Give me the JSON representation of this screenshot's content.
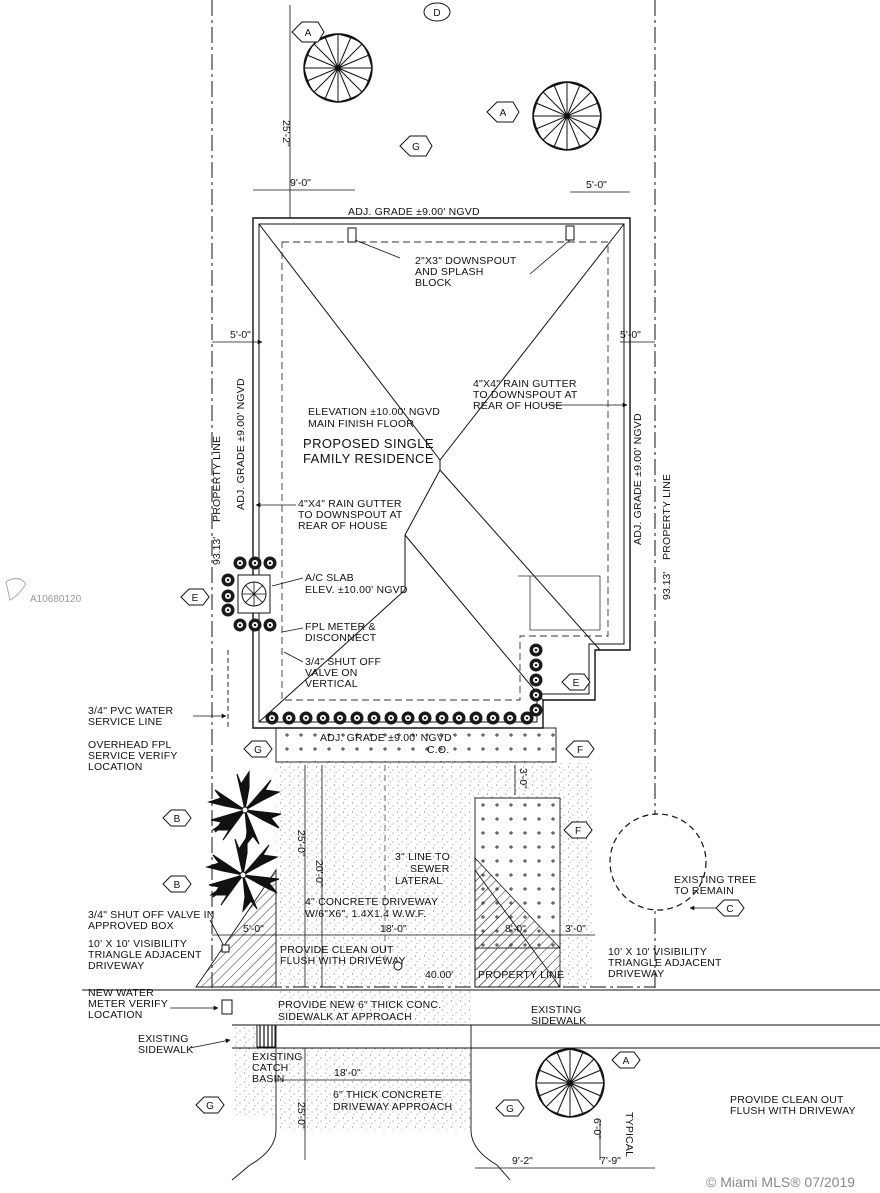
{
  "labels": {
    "top_tag": "D",
    "adj_grade_top": "ADJ. GRADE ±9.00' NGVD",
    "adj_grade_left": "ADJ. GRADE ±9.00' NGVD",
    "adj_grade_right": "ADJ. GRADE ±9.00' NGVD",
    "adj_grade_front": "ADJ. GRADE ±9.00' NGVD",
    "cd": "C.O.",
    "downspout": [
      "2\"X3\" DOWNSPOUT",
      "AND SPLASH",
      "BLOCK"
    ],
    "gutter_right": [
      "4\"X4\" RAIN GUTTER",
      "TO DOWNSPOUT AT",
      "REAR OF HOUSE"
    ],
    "gutter_left": [
      "4\"X4\" RAIN GUTTER",
      "TO DOWNSPOUT AT",
      "REAR OF HOUSE"
    ],
    "elevation": [
      "ELEVATION ±10.00' NGVD",
      "MAIN FINISH FLOOR"
    ],
    "residence": [
      "PROPOSED SINGLE",
      "FAMILY RESIDENCE"
    ],
    "ac_slab": [
      "A/C SLAB",
      "ELEV. ±10.00' NGVD"
    ],
    "fpl_meter": [
      "FPL METER &",
      "DISCONNECT"
    ],
    "shutoff_vertical": [
      "3/4\" SHUT OFF",
      "VALVE ON",
      "VERTICAL"
    ],
    "pvc_line": [
      "3/4\" PVC WATER",
      "SERVICE LINE"
    ],
    "overhead_fpl": [
      "OVERHEAD FPL",
      "SERVICE VERIFY",
      "LOCATION"
    ],
    "sewer": [
      "3\" LINE TO",
      "SEWER",
      "LATERAL"
    ],
    "driveway": [
      "4\" CONCRETE DRIVEWAY",
      "W/6\"X6\", 1.4X1.4 W.W.F."
    ],
    "shutoff_box": [
      "3/4\" SHUT OFF VALVE IN",
      "APPROVED BOX"
    ],
    "vis_left": [
      "10' X 10' VISIBILITY",
      "TRIANGLE ADJACENT",
      "DRIVEWAY"
    ],
    "vis_right": [
      "10' X 10' VISIBILITY",
      "TRIANGLE ADJACENT",
      "DRIVEWAY"
    ],
    "cleanout_flush": [
      "PROVIDE CLEAN OUT",
      "FLUSH WITH DRIVEWAY"
    ],
    "property_line_front": "PROPERTY LINE",
    "property_line_left": "PROPERTY LINE",
    "property_line_right": "PROPERTY LINE",
    "new_meter": [
      "NEW WATER",
      "METER VERIFY",
      "LOCATION"
    ],
    "new_sidewalk": [
      "PROVIDE NEW 6\" THICK CONC.",
      "SIDEWALK AT APPROACH"
    ],
    "existing_sidewalk_left": [
      "EXISTING",
      "SIDEWALK"
    ],
    "existing_sidewalk_right": [
      "EXISTING",
      "SIDEWALK"
    ],
    "catch_basin": [
      "EXISTING",
      "CATCH",
      "BASIN"
    ],
    "approach": [
      "6\" THICK CONCRETE",
      "DRIVEWAY APPROACH"
    ],
    "existing_tree": [
      "EXISTING TREE",
      "TO REMAIN"
    ],
    "cleanout_right": [
      "PROVIDE CLEAN OUT",
      "FLUSH WITH DRIVEWAY"
    ],
    "typical": "TYPICAL"
  },
  "dimensions": {
    "rear_setback": "25'-2\"",
    "rear_left": "9'-0\"",
    "rear_right": "5'-0\"",
    "side_left": "5'-0\"",
    "side_right": "5'-0\"",
    "lot_depth_left": "93.13'",
    "lot_depth_right": "93.13'",
    "front_3": "3'-0\"",
    "front_25": "25'-0\"",
    "front_20": "20'-0\"",
    "front_5": "5'-0\"",
    "front_18": "18'-0\"",
    "front_8": "8'-0\"",
    "front_3b": "3'-0\"",
    "lot_width": "40.00'",
    "approach_18": "18'-0\"",
    "approach_25": "25'-0\"",
    "tree_6": "6'-0\"",
    "bottom_9": "9'-2\"",
    "bottom_7": "7'-9\""
  },
  "tags": {
    "tree_a": "A",
    "palm_b": "B",
    "tree_c": "C",
    "shrub_e": "E",
    "pavers_f": "F",
    "grass_g": "G"
  },
  "watermark": {
    "listing_id": "A10680120",
    "brand": "© Miami MLS® 07/2019"
  }
}
